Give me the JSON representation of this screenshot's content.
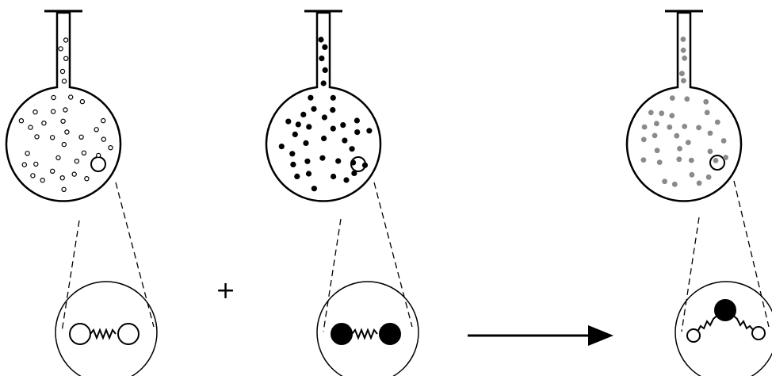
{
  "operator": "+",
  "colors": {
    "stroke": "#000000",
    "hollow_particle": "#ffffff",
    "dark_particle": "#000000",
    "gray_particle": "#8a8a8a",
    "background": "#ffffff"
  },
  "flasks": [
    {
      "id": "reactant-a",
      "particle": "hollow-particle",
      "molecule": "hollow-dumbbell-molecule"
    },
    {
      "id": "reactant-b",
      "particle": "dark-particle",
      "molecule": "dark-dumbbell-molecule"
    },
    {
      "id": "product",
      "particle": "gray-particle",
      "molecule": "bent-triatomic-molecule"
    }
  ]
}
